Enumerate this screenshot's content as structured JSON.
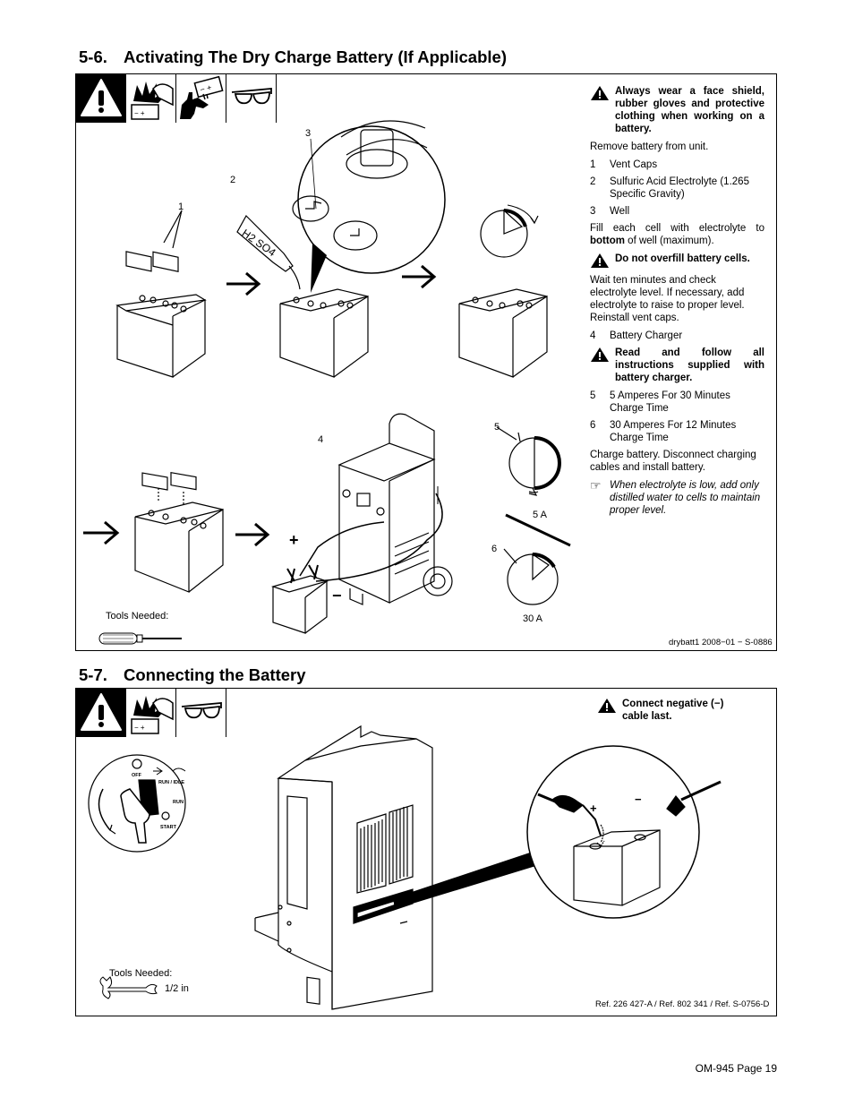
{
  "section6": {
    "number": "5-6.",
    "title": "Activating The Dry Charge Battery (If Applicable)",
    "warnings": {
      "face_shield": "Always wear a face shield, rubber gloves and protective clothing when working on a battery.",
      "overfill": "Do not overfill battery cells.",
      "instructions": "Read and follow all instructions supplied with battery charger."
    },
    "remove_battery": "Remove battery from unit.",
    "items": [
      {
        "n": "1",
        "text": "Vent Caps"
      },
      {
        "n": "2",
        "text": "Sulfuric Acid Electrolyte (1.265 Specific Gravity)"
      },
      {
        "n": "3",
        "text": "Well"
      }
    ],
    "fill_text_pre": "Fill each cell with electrolyte to",
    "fill_text_bold": "bottom",
    "fill_text_post": "of well (maximum).",
    "wait_text": "Wait ten minutes and check electrolyte level. If necessary, add electrolyte to raise to proper level. Reinstall vent caps.",
    "item4": {
      "n": "4",
      "text": "Battery Charger"
    },
    "items_charge": [
      {
        "n": "5",
        "text": "5 Amperes For 30 Minutes Charge Time"
      },
      {
        "n": "6",
        "text": "30 Amperes For 12 Minutes Charge Time"
      }
    ],
    "charge_text": "Charge battery. Disconnect charging cables and install battery.",
    "note": "When electrolyte is low, add only distilled water to cells to maintain proper level.",
    "tools_needed": "Tools Needed:",
    "reference": "drybatt1 2008−01 − S-0886",
    "callouts": {
      "c1": "1",
      "c2": "2",
      "c3": "3",
      "c4": "4",
      "c5": "5",
      "c6": "6"
    },
    "amp_5": "5 A",
    "amp_30": "30 A",
    "chemical": "H2 SO4",
    "plus": "+",
    "minus": "−"
  },
  "section7": {
    "number": "5-7.",
    "title": "Connecting the Battery",
    "warning": "Connect negative (−) cable last.",
    "tools_needed": "Tools Needed:",
    "wrench_size": "1/2 in",
    "reference": "Ref. 226 427-A / Ref. 802 341 / Ref. S-0756-D",
    "switch_labels": {
      "off": "OFF",
      "run_idle": "RUN / IDLE",
      "run": "RUN",
      "start": "START"
    },
    "plus": "+",
    "minus": "−"
  },
  "footer": "OM-945 Page 19"
}
